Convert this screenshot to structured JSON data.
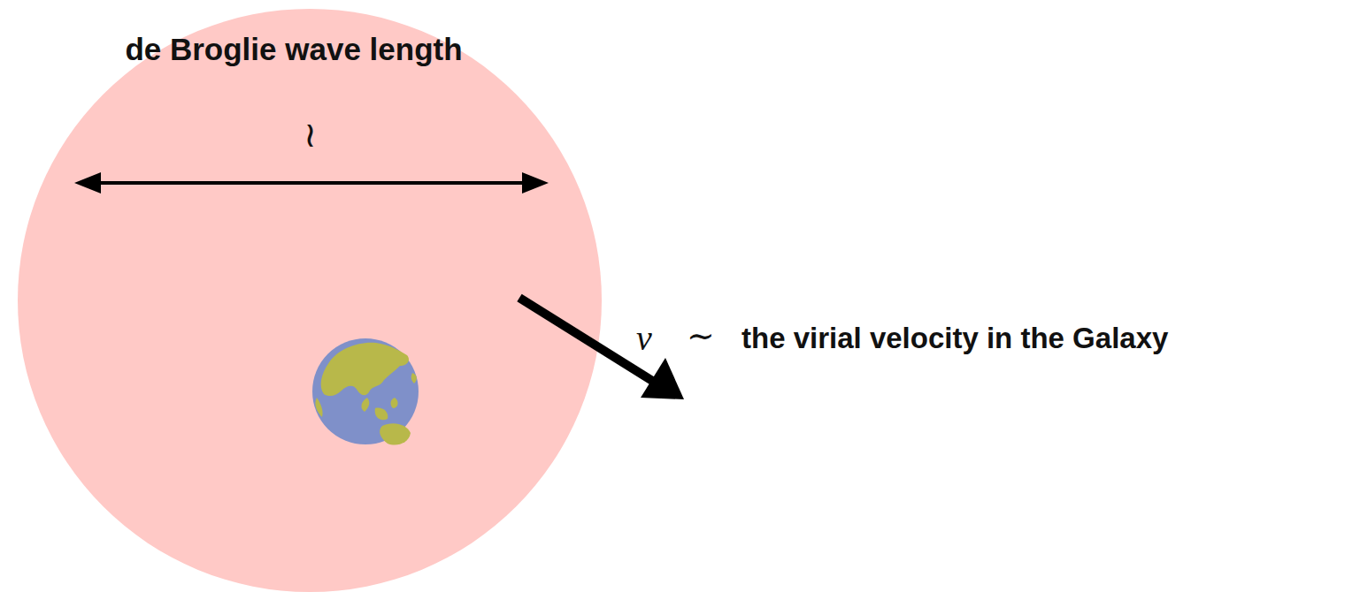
{
  "diagram": {
    "nodes": [
      {
        "text": [
          "de Broglie wave length",
          "≀"
        ]
      }
    ],
    "labels": [
      "v",
      "∼",
      "the virial velocity in the Galaxy"
    ]
  }
}
